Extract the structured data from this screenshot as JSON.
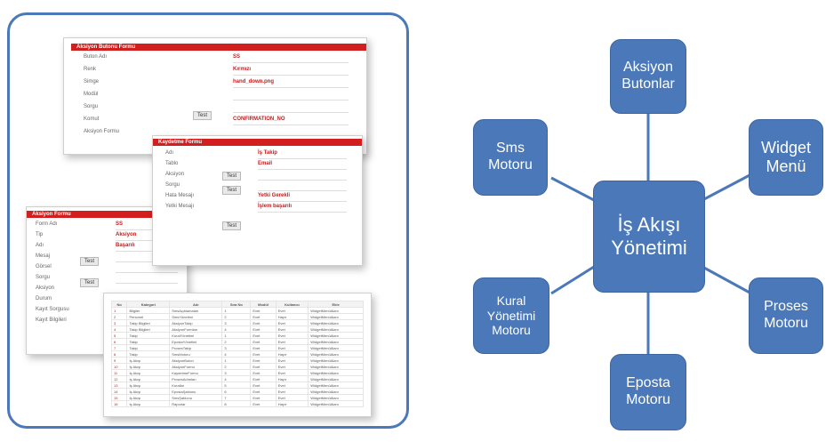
{
  "screens": {
    "form1": {
      "tab": "Aksiyon Butonu Formu",
      "labels": [
        "Buton Adı",
        "Renk",
        "Simge",
        "Modül",
        "Sorgu",
        "Komut",
        "Aksiyon Formu"
      ],
      "values": [
        "SS",
        "Kırmızı",
        "hand_down.png",
        "",
        "",
        "CONFIRMATION_NO",
        ""
      ],
      "test_button": "Test"
    },
    "form2": {
      "tab": "Kaydetme Formu",
      "labels": [
        "Adı",
        "Tablo",
        "Aksiyon",
        "Sorgu",
        "Hata Mesajı",
        "Yetki Mesajı"
      ],
      "values": [
        "İş Takip",
        "Email",
        "",
        "",
        "Yetki Gerekli",
        "İşlem başarılı"
      ],
      "test_button": "Test"
    },
    "form3": {
      "tab": "Aksiyon Formu",
      "labels": [
        "Form Adı",
        "Tip",
        "Adı",
        "Mesaj",
        "Görsel",
        "Sorgu",
        "Aksiyon",
        "Durum",
        "Kayıt Sorgusu",
        "Kayıt Bilgileri"
      ],
      "values": [
        "SS",
        "Aksiyon",
        "Başarılı",
        "",
        "",
        "",
        "",
        "",
        "",
        ""
      ],
      "test_button": "Test"
    },
    "table": {
      "headers": [
        "No",
        "Kategori",
        "Adı",
        "Sıra No",
        "Modül",
        "Kullanıcı",
        "Ekle"
      ],
      "rows": [
        [
          "1",
          "Bilgiler",
          "SmsAçıklamaları",
          "1",
          "Evet",
          "Evet",
          "WidgetMenüAlanı"
        ],
        [
          "2",
          "Personel",
          "SmsYönetimi",
          "2",
          "Evet",
          "Hayır",
          "WidgetMenüAlanı"
        ],
        [
          "3",
          "Takip Bilgileri",
          "AksiyonTakip",
          "3",
          "Evet",
          "Evet",
          "WidgetMenüAlanı"
        ],
        [
          "4",
          "Takip Bilgileri",
          "AksiyonFormları",
          "4",
          "Evet",
          "Evet",
          "WidgetMenüAlanı"
        ],
        [
          "5",
          "Takip",
          "KuralYönetimi",
          "1",
          "Evet",
          "Evet",
          "WidgetMenüAlanı"
        ],
        [
          "6",
          "Takip",
          "EpostaYönetimi",
          "2",
          "Evet",
          "Evet",
          "WidgetMenüAlanı"
        ],
        [
          "7",
          "Takip",
          "ProsesTakip",
          "3",
          "Evet",
          "Evet",
          "WidgetMenüAlanı"
        ],
        [
          "8",
          "Takip",
          "SmsMotoru",
          "4",
          "Evet",
          "Hayır",
          "WidgetMenüAlanı"
        ],
        [
          "9",
          "İş Akışı",
          "AksiyonButon",
          "1",
          "Evet",
          "Evet",
          "WidgetMenüAlanı"
        ],
        [
          "10",
          "İş Akışı",
          "AksiyonFormu",
          "2",
          "Evet",
          "Evet",
          "WidgetMenüAlanı"
        ],
        [
          "11",
          "İş Akışı",
          "KaydetmeFormu",
          "3",
          "Evet",
          "Evet",
          "WidgetMenüAlanı"
        ],
        [
          "12",
          "İş Akışı",
          "ProsesAdımları",
          "4",
          "Evet",
          "Hayır",
          "WidgetMenüAlanı"
        ],
        [
          "13",
          "İş Akışı",
          "Kurallar",
          "5",
          "Evet",
          "Evet",
          "WidgetMenüAlanı"
        ],
        [
          "14",
          "İş Akışı",
          "EpostaŞablonu",
          "6",
          "Evet",
          "Evet",
          "WidgetMenüAlanı"
        ],
        [
          "15",
          "İş Akışı",
          "SmsŞablonu",
          "7",
          "Evet",
          "Evet",
          "WidgetMenüAlanı"
        ],
        [
          "16",
          "İş Akışı",
          "Raporlar",
          "8",
          "Evet",
          "Hayır",
          "WidgetMenüAlanı"
        ]
      ]
    }
  },
  "diagram": {
    "center": "İş Akışı\nYönetimi",
    "nodes": {
      "top": "Aksiyon\nButonlar",
      "top_right": "Widget\nMenü",
      "right": "Proses\nMotoru",
      "bottom": "Eposta\nMotoru",
      "left_bottom": "Kural\nYönetimi\nMotoru",
      "left_top": "Sms\nMotoru"
    },
    "node_color": "#4a78b8",
    "line_color": "#4a78b8"
  }
}
